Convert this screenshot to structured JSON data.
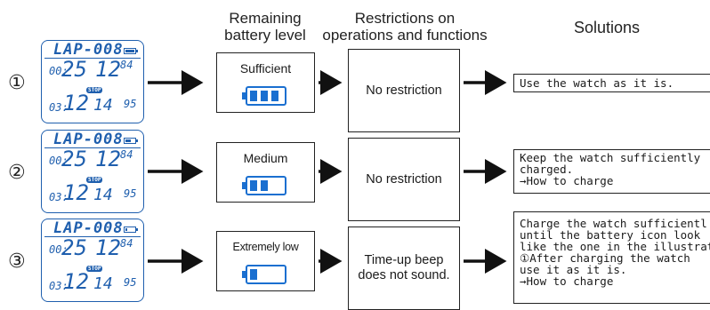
{
  "headers": {
    "battery": [
      "Remaining",
      "battery level"
    ],
    "restrictions": [
      "Restrictions on",
      "operations and functions"
    ],
    "solutions": "Solutions"
  },
  "lcd": {
    "lap": "LAP-008",
    "row1": [
      "00:",
      "25",
      "12",
      "84"
    ],
    "stop": "STOP",
    "row2": [
      "03:",
      "12",
      "14",
      "95"
    ]
  },
  "rows": [
    {
      "marker": "①",
      "battery_label": "Sufficient",
      "battery_fill": 3,
      "restriction": [
        "No restriction"
      ],
      "solution": [
        "Use the watch as it is."
      ]
    },
    {
      "marker": "②",
      "battery_label": "Medium",
      "battery_fill": 2,
      "restriction": [
        "No restriction"
      ],
      "solution": [
        "Keep the watch sufficiently",
        "charged.",
        "→How to charge"
      ]
    },
    {
      "marker": "③",
      "battery_label": "Extremely low",
      "battery_fill": 1,
      "restriction": [
        "Time-up beep",
        "does not sound."
      ],
      "solution": [
        "Charge the watch sufficientl",
        "until the battery icon look",
        "like the one in the illustratio",
        "①After charging the watch",
        "use it as it is.",
        "→How to charge"
      ]
    }
  ],
  "colors": {
    "lcd": "#1f5fae",
    "battery": "#1a6fd0",
    "line": "#222222"
  }
}
